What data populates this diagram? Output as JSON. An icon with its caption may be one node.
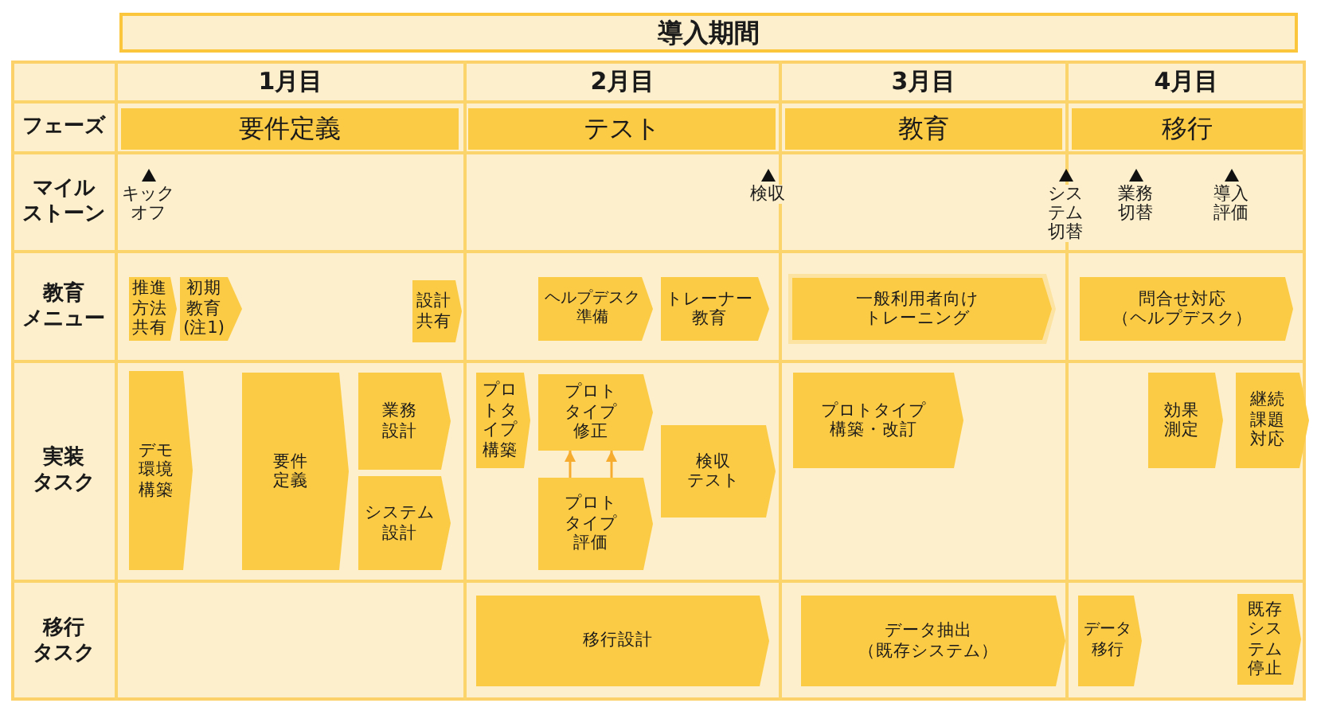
{
  "diagram": {
    "nodes": [
      {
        "text": [
          "導入期間"
        ]
      },
      {
        "text": [
          "要件定義"
        ]
      },
      {
        "text": [
          "テスト"
        ]
      },
      {
        "text": [
          "教育"
        ]
      },
      {
        "text": [
          "移行"
        ]
      },
      {
        "text": [
          "推進方法共有"
        ]
      },
      {
        "text": [
          "初期教育(注1)"
        ]
      },
      {
        "text": [
          "設計共有"
        ]
      },
      {
        "text": [
          "ヘルプデスク準備"
        ]
      },
      {
        "text": [
          "トレーナー教育"
        ]
      },
      {
        "text": [
          "一般利用者向けトレーニング"
        ]
      },
      {
        "text": [
          "問合せ対応（ヘルプデスク）"
        ]
      },
      {
        "text": [
          "デモ環境構築"
        ]
      },
      {
        "text": [
          "要件定義"
        ]
      },
      {
        "text": [
          "業務設計"
        ]
      },
      {
        "text": [
          "システム設計"
        ]
      },
      {
        "text": [
          "プロトタイプ構築"
        ]
      },
      {
        "text": [
          "プロトタイプ修正"
        ]
      },
      {
        "text": [
          "プロトタイプ評価"
        ]
      },
      {
        "text": [
          "検収テスト"
        ]
      },
      {
        "text": [
          "プロトタイプ構築・改訂"
        ]
      },
      {
        "text": [
          "効果測定"
        ]
      },
      {
        "text": [
          "継続課題対応"
        ]
      },
      {
        "text": [
          "移行設計"
        ]
      },
      {
        "text": [
          "データ抽出（既存システム）"
        ]
      },
      {
        "text": [
          "データ移行"
        ]
      },
      {
        "text": [
          "既存システム停止"
        ]
      }
    ],
    "edges": [
      {
        "from": 18,
        "to": 17,
        "arrow": "to"
      },
      {
        "from": 18,
        "to": 17,
        "arrow": "to"
      }
    ],
    "labels": [
      "1月目",
      "2月目",
      "3月目",
      "4月目",
      "フェーズ",
      "マイルストーン",
      "キックオフ",
      "検収",
      "システム切替",
      "業務切替",
      "導入評価",
      "教育メニュー",
      "実装タスク",
      "移行タスク"
    ]
  }
}
